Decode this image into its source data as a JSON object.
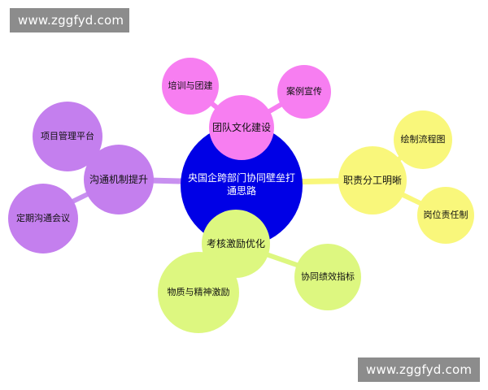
{
  "watermarks": {
    "top": "www.zggfyd.com",
    "bottom": "www.zggfyd.com"
  },
  "colors": {
    "center": "#0000e6",
    "pink": "#f77ef1",
    "purple": "#c47fee",
    "yellow": "#f9f77b",
    "green": "#ddf780",
    "link": "#c890f0"
  },
  "mindmap": {
    "center": "央国企跨部门协同壁垒打通思路",
    "branches": [
      {
        "label": "团队文化建设",
        "children": [
          "培训与团建",
          "案例宣传"
        ]
      },
      {
        "label": "职责分工明晰",
        "children": [
          "绘制流程图",
          "岗位责任制"
        ]
      },
      {
        "label": "考核激励优化",
        "children": [
          "物质与精神激励",
          "协同绩效指标"
        ]
      },
      {
        "label": "沟通机制提升",
        "children": [
          "项目管理平台",
          "定期沟通会议"
        ]
      }
    ]
  }
}
